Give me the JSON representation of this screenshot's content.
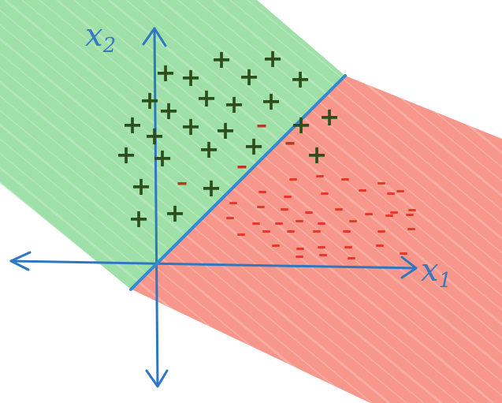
{
  "axes": {
    "x_label": "x",
    "x_sub": "1",
    "y_label": "x",
    "y_sub": "2"
  },
  "symbols": {
    "positive": "+",
    "negative": "–"
  },
  "colors": {
    "positive_region": "#9ee0a8",
    "negative_region": "#f7968a",
    "boundary": "#2f8bd8",
    "axis": "#2e77c2",
    "plus": "#2d4f1e",
    "minus_in_negative": "#e33a2a",
    "minus_in_positive": "#b53a24"
  },
  "points": {
    "plus": [
      [
        210,
        92
      ],
      [
        242,
        98
      ],
      [
        281,
        75
      ],
      [
        316,
        97
      ],
      [
        346,
        74
      ],
      [
        381,
        100
      ],
      [
        190,
        127
      ],
      [
        214,
        140
      ],
      [
        262,
        124
      ],
      [
        297,
        132
      ],
      [
        344,
        128
      ],
      [
        168,
        158
      ],
      [
        196,
        172
      ],
      [
        242,
        160
      ],
      [
        286,
        165
      ],
      [
        382,
        158
      ],
      [
        418,
        148
      ],
      [
        160,
        196
      ],
      [
        206,
        200
      ],
      [
        265,
        189
      ],
      [
        322,
        185
      ],
      [
        402,
        196
      ],
      [
        179,
        236
      ],
      [
        268,
        238
      ],
      [
        176,
        277
      ],
      [
        222,
        270
      ]
    ],
    "minus_pos": [
      [
        332,
        158
      ],
      [
        368,
        180
      ],
      [
        307,
        210
      ],
      [
        231,
        231
      ]
    ],
    "minus_neg": [
      [
        372,
        226
      ],
      [
        406,
        222
      ],
      [
        438,
        226
      ],
      [
        484,
        231
      ],
      [
        508,
        241
      ],
      [
        333,
        242
      ],
      [
        365,
        248
      ],
      [
        412,
        244
      ],
      [
        460,
        240
      ],
      [
        496,
        244
      ],
      [
        296,
        256
      ],
      [
        331,
        261
      ],
      [
        361,
        264
      ],
      [
        392,
        268
      ],
      [
        430,
        264
      ],
      [
        468,
        270
      ],
      [
        500,
        268
      ],
      [
        523,
        265
      ],
      [
        292,
        275
      ],
      [
        325,
        282
      ],
      [
        354,
        282
      ],
      [
        380,
        279
      ],
      [
        408,
        282
      ],
      [
        448,
        279
      ],
      [
        494,
        272
      ],
      [
        520,
        271
      ],
      [
        306,
        296
      ],
      [
        338,
        292
      ],
      [
        369,
        292
      ],
      [
        402,
        292
      ],
      [
        440,
        292
      ],
      [
        484,
        292
      ],
      [
        522,
        289
      ],
      [
        350,
        310
      ],
      [
        381,
        314
      ],
      [
        408,
        312
      ],
      [
        442,
        312
      ],
      [
        482,
        310
      ],
      [
        380,
        324
      ],
      [
        410,
        322
      ],
      [
        446,
        326
      ],
      [
        512,
        320
      ]
    ]
  }
}
